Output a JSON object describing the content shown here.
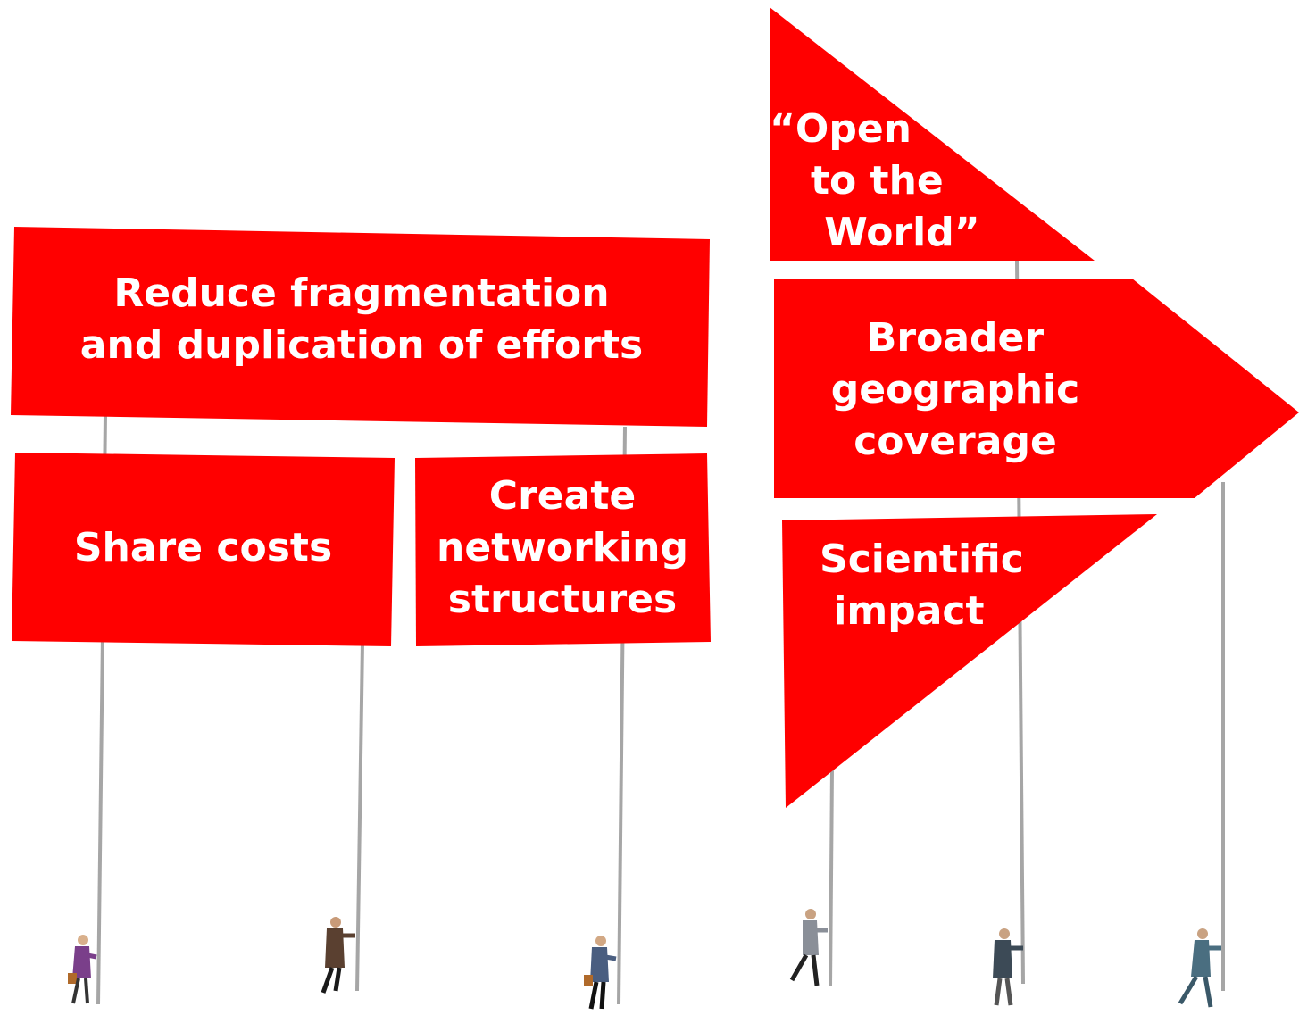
{
  "colors": {
    "sign": "#ff0000",
    "pole": "#a6a6a6",
    "text": "#ffffff"
  },
  "signs": {
    "reduce": {
      "label": "Reduce fragmentation\nand duplication of efforts"
    },
    "share": {
      "label": "Share costs"
    },
    "create": {
      "label": "Create\nnetworking\nstructures"
    },
    "open": {
      "label": "“Open\n   to the\n    World”"
    },
    "broader": {
      "label": "Broader\ngeographic\ncoverage"
    },
    "scientific": {
      "label": "Scientific\n impact"
    }
  },
  "figures": [
    {
      "name": "walker-purple-icon",
      "coat": "#7a3f8a"
    },
    {
      "name": "walker-brown-icon",
      "coat": "#5a4030"
    },
    {
      "name": "walker-blue-icon",
      "coat": "#4a5e80"
    },
    {
      "name": "walker-grey-icon",
      "coat": "#8a8f98"
    },
    {
      "name": "walker-dark-icon",
      "coat": "#3c4a56"
    },
    {
      "name": "walker-teal-icon",
      "coat": "#4a6e80"
    }
  ]
}
